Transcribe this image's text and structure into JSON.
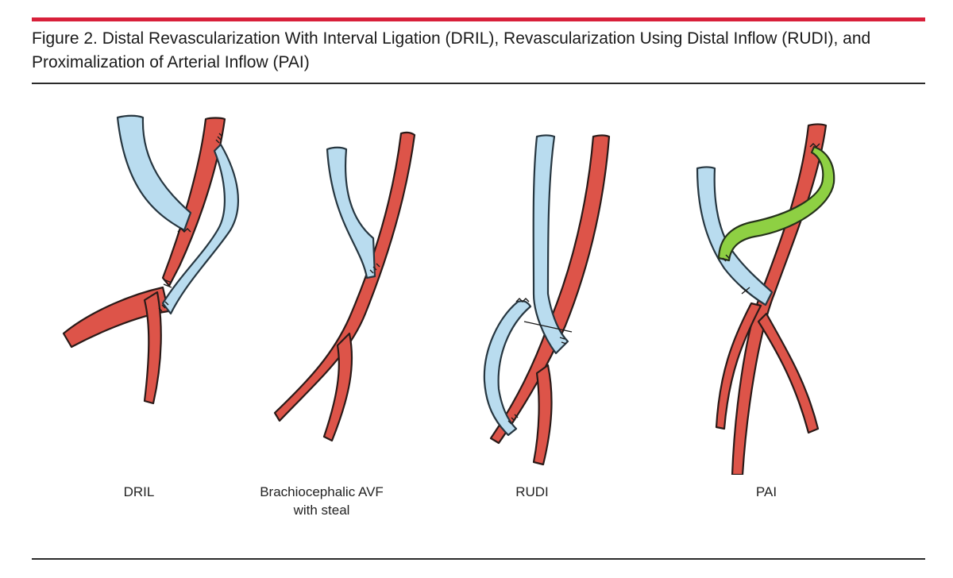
{
  "figure": {
    "title": "Figure 2. Distal Revascularization With Interval Ligation (DRIL), Revascularization Using Distal Inflow (RUDI), and Proximalization of Arterial Inflow (PAI)"
  },
  "colors": {
    "accent_rule": "#d8203a",
    "artery": "#dd5449",
    "vein": "#b9dcef",
    "graft": "#8ed043"
  },
  "panels": [
    {
      "id": "dril",
      "caption": "DRIL"
    },
    {
      "id": "avf",
      "caption": "Brachiocephalic AVF\nwith steal"
    },
    {
      "id": "rudi",
      "caption": "RUDI"
    },
    {
      "id": "pai",
      "caption": "PAI"
    }
  ]
}
